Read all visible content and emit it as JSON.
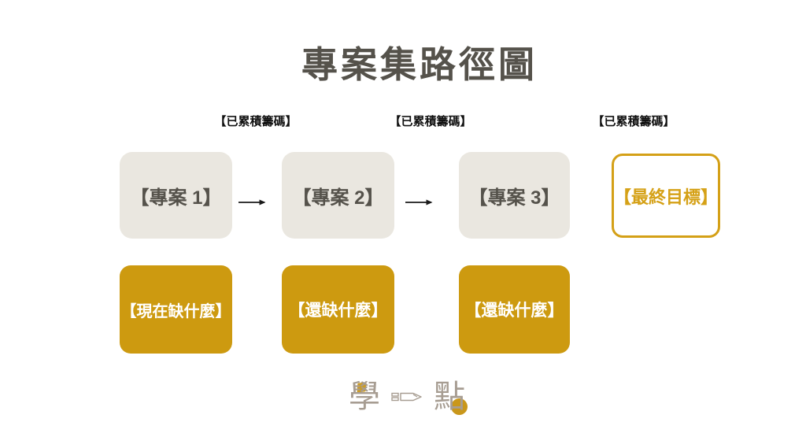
{
  "title": "專案集路徑圖",
  "accumulated_labels": [
    "【已累積籌碼】",
    "【已累積籌碼】",
    "【已累積籌碼】"
  ],
  "projects": [
    {
      "label": "【專案 1】"
    },
    {
      "label": "【專案 2】"
    },
    {
      "label": "【專案 3】"
    }
  ],
  "goal": {
    "label": "【最終目標】"
  },
  "gaps": [
    {
      "label": "【現在缺什麼】"
    },
    {
      "label": "【還缺什麼】"
    },
    {
      "label": "【還缺什麼】"
    }
  ],
  "logo": {
    "left_char": "學",
    "right_char": "點"
  },
  "icons": {
    "arrow": "right-arrow-icon",
    "pen": "pen-icon",
    "book_accent": "book-page-accent",
    "gold_dot": "gold-dot"
  },
  "colors": {
    "title_text": "#55524B",
    "project_box_bg": "#EAE7E0",
    "project_box_text": "#55524B",
    "gap_box_bg": "#CD9A10",
    "gap_box_text": "#FFFFFF",
    "goal_border": "#D4A017",
    "goal_text": "#D5A117",
    "label_text": "#111111",
    "arrow": "#1A1A1A",
    "logo_gray": "#A79D92",
    "logo_gold": "#C9971B"
  }
}
